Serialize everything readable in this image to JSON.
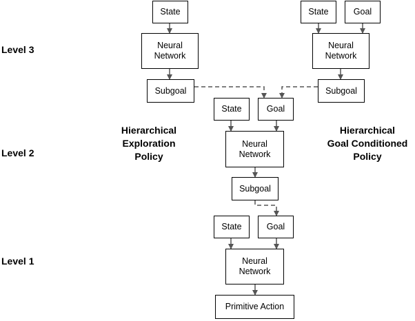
{
  "levels": [
    "Level 3",
    "Level 2",
    "Level 1"
  ],
  "policies": {
    "left": "Hierarchical\nExploration\nPolicy",
    "right": "Hierarchical\nGoal Conditioned\nPolicy"
  },
  "nodes": {
    "l3_left_state": "State",
    "l3_left_nn": "Neural\nNetwork",
    "l3_left_subgoal": "Subgoal",
    "l3_right_state": "State",
    "l3_right_goal": "Goal",
    "l3_right_nn": "Neural\nNetwork",
    "l3_right_subgoal": "Subgoal",
    "l2_state": "State",
    "l2_goal": "Goal",
    "l2_nn": "Neural\nNetwork",
    "l2_subgoal": "Subgoal",
    "l1_state": "State",
    "l1_goal": "Goal",
    "l1_nn": "Neural\nNetwork",
    "l1_action": "Primitive Action"
  },
  "colors": {
    "box_border": "#000000",
    "arrow": "#555555",
    "text": "#000000"
  }
}
